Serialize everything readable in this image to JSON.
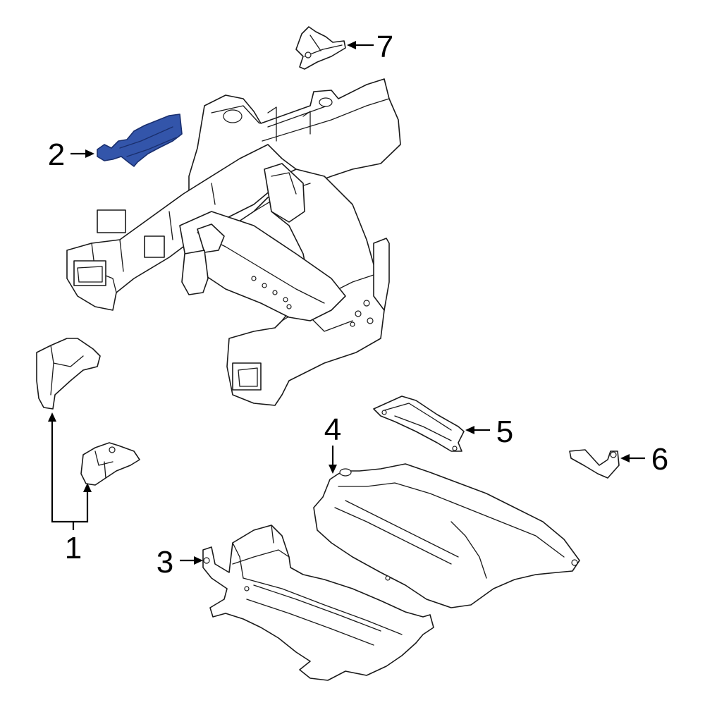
{
  "diagram": {
    "colors": {
      "highlight_fill": "#3355aa",
      "highlight_stroke": "#1a2f6e",
      "line": "#1a1a1a",
      "background": "#ffffff"
    },
    "callouts": [
      {
        "id": "1",
        "label": "1",
        "part": "bracket-pair"
      },
      {
        "id": "2",
        "label": "2",
        "part": "heat-shield-highlighted"
      },
      {
        "id": "3",
        "label": "3",
        "part": "skid-plate-front"
      },
      {
        "id": "4",
        "label": "4",
        "part": "skid-plate-rear"
      },
      {
        "id": "5",
        "label": "5",
        "part": "mounting-plate"
      },
      {
        "id": "6",
        "label": "6",
        "part": "small-bracket"
      },
      {
        "id": "7",
        "label": "7",
        "part": "upper-bracket"
      }
    ]
  }
}
